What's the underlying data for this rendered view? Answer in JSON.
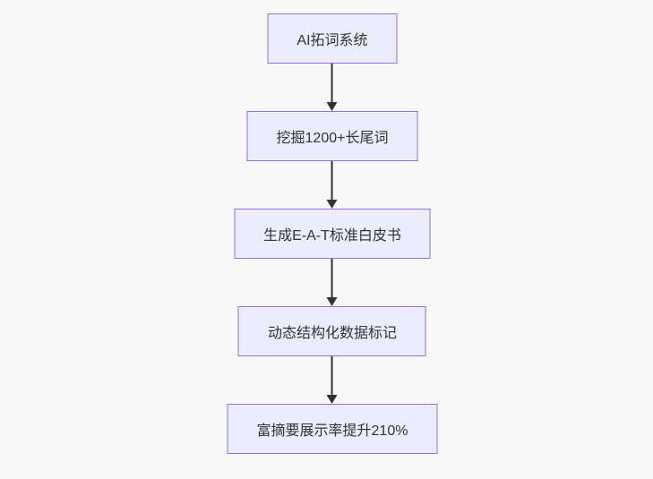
{
  "diagram": {
    "type": "flowchart",
    "direction": "top-down",
    "colors": {
      "background": "#f8f8f8",
      "node_fill": "#ECECFF",
      "node_border": "#9370DB",
      "text": "#333333",
      "arrow": "#333333"
    },
    "nodes": [
      {
        "id": "n1",
        "label": "AI拓词系统"
      },
      {
        "id": "n2",
        "label": "挖掘1200+长尾词"
      },
      {
        "id": "n3",
        "label": "生成E-A-T标准白皮书"
      },
      {
        "id": "n4",
        "label": "动态结构化数据标记"
      },
      {
        "id": "n5",
        "label": "富摘要展示率提升210%"
      }
    ],
    "edges": [
      {
        "from": "n1",
        "to": "n2"
      },
      {
        "from": "n2",
        "to": "n3"
      },
      {
        "from": "n3",
        "to": "n4"
      },
      {
        "from": "n4",
        "to": "n5"
      }
    ]
  }
}
